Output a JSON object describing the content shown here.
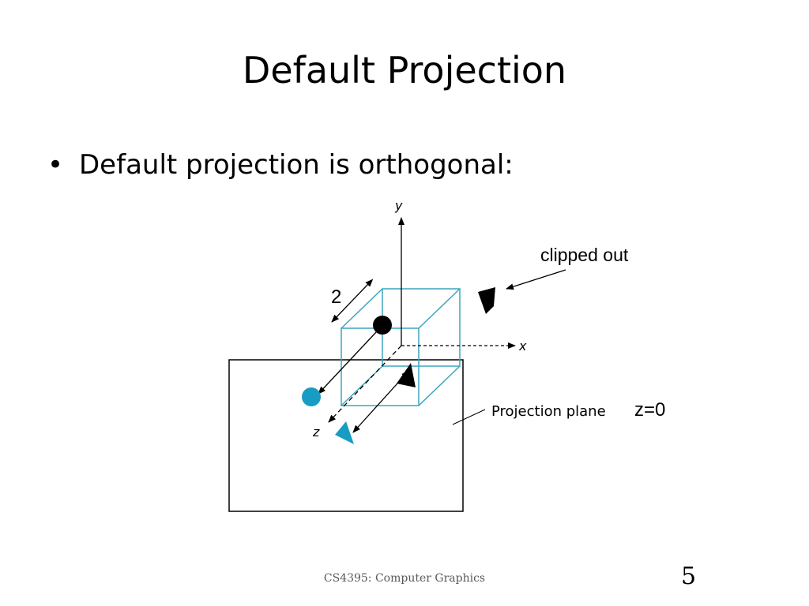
{
  "slide": {
    "title": "Default Projection",
    "bullet": "Default projection is orthogonal:",
    "bullet_marker": "•",
    "footer": "CS4395: Computer Graphics",
    "page_number": "5"
  },
  "diagram": {
    "axis_y_label": "y",
    "axis_x_label": "x",
    "axis_z_label": "z",
    "cube_size_label": "2",
    "clipped_label": "clipped out",
    "plane_label": "Projection plane",
    "plane_equation": "z=0",
    "colors": {
      "cube": "#3aa6bf",
      "projected": "#199cc4",
      "ink": "#000000"
    }
  }
}
